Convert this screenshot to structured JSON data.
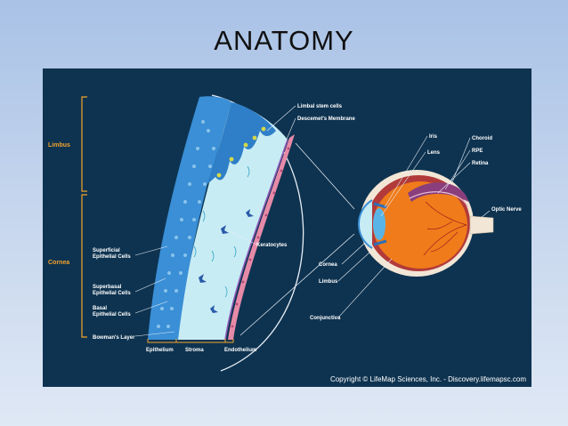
{
  "slide": {
    "title": "ANATOMY"
  },
  "figure": {
    "brackets": {
      "limbus": "Limbus",
      "cornea": "Cornea"
    },
    "layers": {
      "superficial": [
        "Superficial",
        "Epithelial Cells"
      ],
      "superbasal": [
        "Superbasal",
        "Epithelial Cells"
      ],
      "basal": [
        "Basal",
        "Epithelial Cells"
      ],
      "bowmans": "Bowman's Layer"
    },
    "bottom": {
      "epithelium": "Epithelium",
      "stroma": "Stroma",
      "endothelium": "Endothelium"
    },
    "top": {
      "limbal_stem": "Limbal stem cells",
      "descemet": "Descemet's Membrane"
    },
    "keratocytes": "Keratocytes",
    "eye": {
      "iris": "Iris",
      "lens": "Lens",
      "choroid": "Choroid",
      "rpe": "RPE",
      "retina": "Retina",
      "optic_nerve": "Optic Nerve",
      "cornea": "Cornea",
      "limbus": "Limbus",
      "conjunctiva": "Conjunctiva"
    },
    "copyright": "Copyright © LifeMap Sciences, Inc. - Discovery.lifemapsc.com"
  },
  "colors": {
    "background": "#0e3350",
    "accent": "#f4a32c",
    "epithelium": "#3a8fd6",
    "stroma": "#c8ecf4",
    "endothelium": "#e78aa8"
  }
}
